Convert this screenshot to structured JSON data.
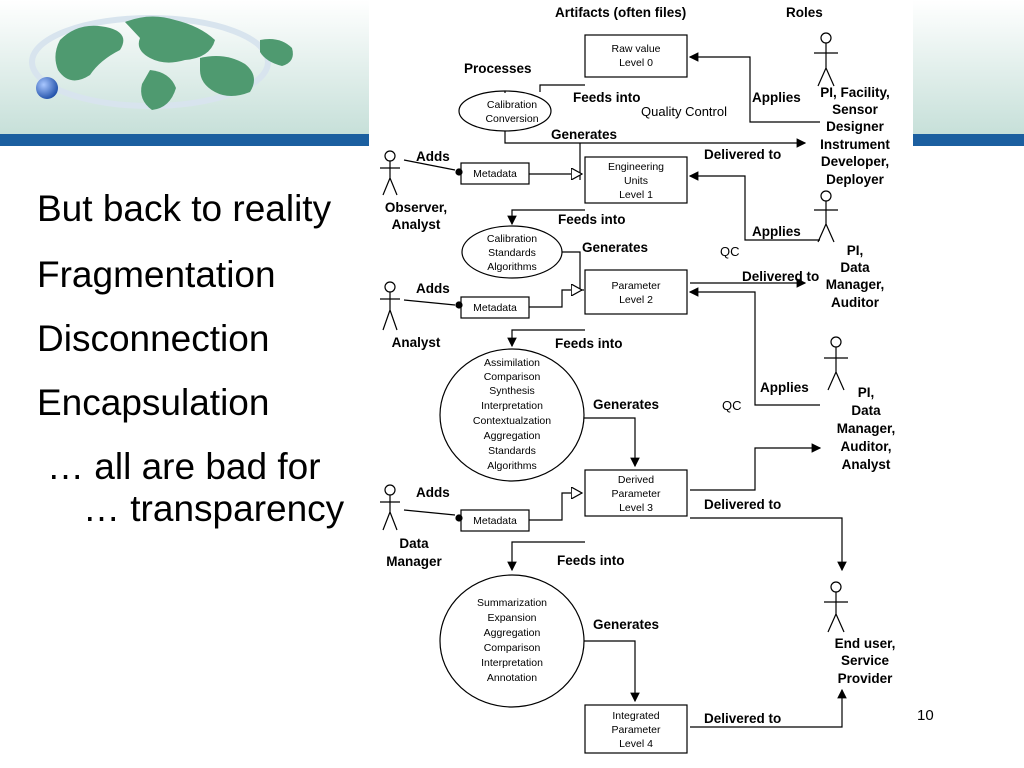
{
  "page_number": "10",
  "colors": {
    "header_band": "#c5dfd8",
    "header_stripe": "#1b5fa0",
    "globe": "#3a6fc0",
    "map": "#4f9a70"
  },
  "slide_text": [
    "But back to reality",
    "Fragmentation",
    "Disconnection",
    "Encapsulation",
    "… all are bad for … transparency"
  ],
  "diagram": {
    "col_artifacts": "Artifacts (often files)",
    "col_roles": "Roles",
    "col_processes": "Processes",
    "artifact_raw": [
      "Raw value",
      "Level 0"
    ],
    "artifact_eng": [
      "Engineering",
      "Units",
      "Level 1"
    ],
    "artifact_param": [
      "Parameter",
      "Level 2"
    ],
    "artifact_derived": [
      "Derived",
      "Parameter",
      "Level 3"
    ],
    "artifact_integrated": [
      "Integrated",
      "Parameter",
      "Level 4"
    ],
    "process_cal": [
      "Calibration",
      "Conversion"
    ],
    "process_std": [
      "Calibration",
      "Standards",
      "Algorithms"
    ],
    "process_assim": [
      "Assimilation",
      "Comparison",
      "Synthesis",
      "Interpretation",
      "Contextualzation",
      "Aggregation",
      "Standards",
      "Algorithms"
    ],
    "process_summ": [
      "Summarization",
      "Expansion",
      "Aggregation",
      "Comparison",
      "Interpretation",
      "Annotation"
    ],
    "metadata": "Metadata",
    "roles": {
      "pi_facility": [
        "PI, Facility,",
        "Sensor",
        "Designer",
        "Instrument",
        "Developer,",
        "Deployer"
      ],
      "pi_data_manager": [
        "PI,",
        "Data",
        "Manager,",
        "Auditor"
      ],
      "pi_data_manager_analyst": [
        "PI,",
        "Data",
        "Manager,",
        "Auditor,",
        "Analyst"
      ],
      "observer": [
        "Observer,",
        "Analyst"
      ],
      "analyst": "Analyst",
      "data_manager": [
        "Data",
        "Manager"
      ],
      "end_user": [
        "End user,",
        "Service",
        "Provider"
      ]
    },
    "labels": {
      "feeds_into": "Feeds into",
      "generates": "Generates",
      "applies": "Applies",
      "delivered_to": "Delivered to",
      "adds": "Adds",
      "quality_control": "Quality Control",
      "qc": "QC"
    }
  }
}
